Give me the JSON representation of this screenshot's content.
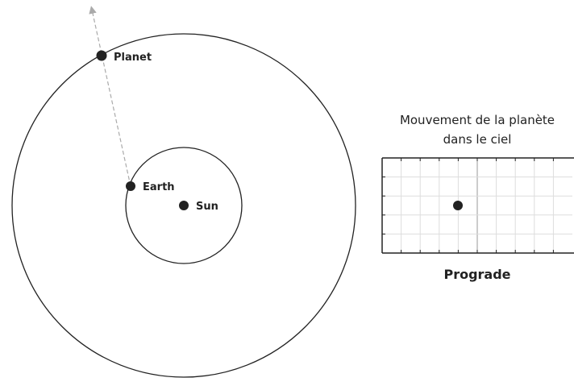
{
  "orbit": {
    "sun_label": "Sun",
    "earth_label": "Earth",
    "planet_label": "Planet"
  },
  "sky_panel": {
    "title_line1": "Mouvement de la planète",
    "title_line2": "dans le ciel",
    "motion_label": "Prograde",
    "grid_columns": 10,
    "grid_rows": 5
  },
  "colors": {
    "ink": "#222222",
    "sightline": "#aaaaaa",
    "grid": "#dddddd"
  }
}
